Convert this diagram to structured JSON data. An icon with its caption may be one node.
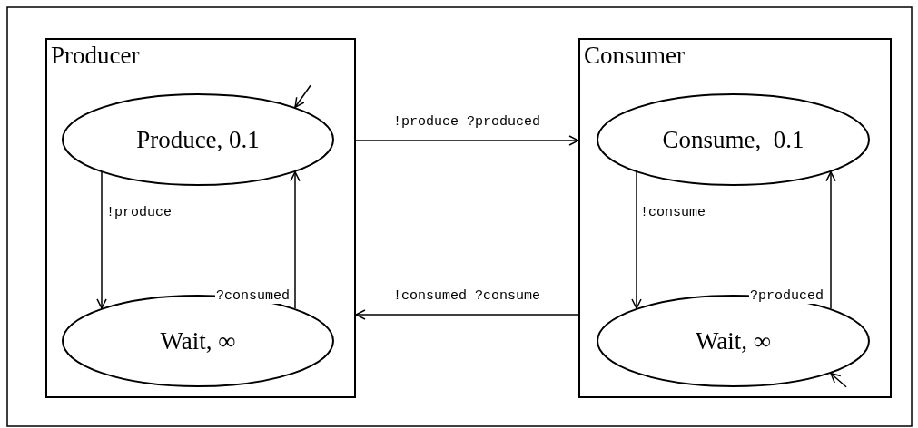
{
  "diagram": {
    "nodes": [
      {
        "text": [
          "Producer"
        ]
      },
      {
        "text": [
          "Produce, 0.1"
        ],
        "in": 0
      },
      {
        "text": [
          "Wait, ∞"
        ],
        "in": 0
      },
      {
        "text": [
          "Consumer"
        ]
      },
      {
        "text": [
          "Consume,  0.1"
        ],
        "in": 3
      },
      {
        "text": [
          "Wait, ∞"
        ],
        "in": 3
      }
    ],
    "edges": [
      {
        "from": 1,
        "to": 2,
        "arrow": "to",
        "label": "!produce"
      },
      {
        "from": 2,
        "to": 1,
        "arrow": "to",
        "label": "?consumed"
      },
      {
        "from": 0,
        "to": 3,
        "arrow": "to",
        "label": "!produce ?produced"
      },
      {
        "from": 3,
        "to": 0,
        "arrow": "to",
        "label": "!consumed ?consume"
      },
      {
        "from": 4,
        "to": 5,
        "arrow": "to",
        "label": "!consume"
      },
      {
        "from": 5,
        "to": 4,
        "arrow": "to",
        "label": "?produced"
      },
      {
        "from": null,
        "to": 1,
        "arrow": "to"
      },
      {
        "from": null,
        "to": 5,
        "arrow": "to"
      }
    ]
  }
}
